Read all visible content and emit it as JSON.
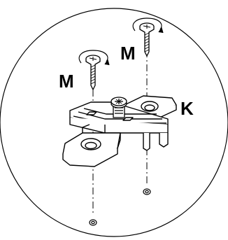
{
  "labels": {
    "screw_left": "M",
    "screw_right": "M",
    "plate": "K"
  },
  "colors": {
    "stroke": "#000000",
    "background": "#ffffff"
  }
}
